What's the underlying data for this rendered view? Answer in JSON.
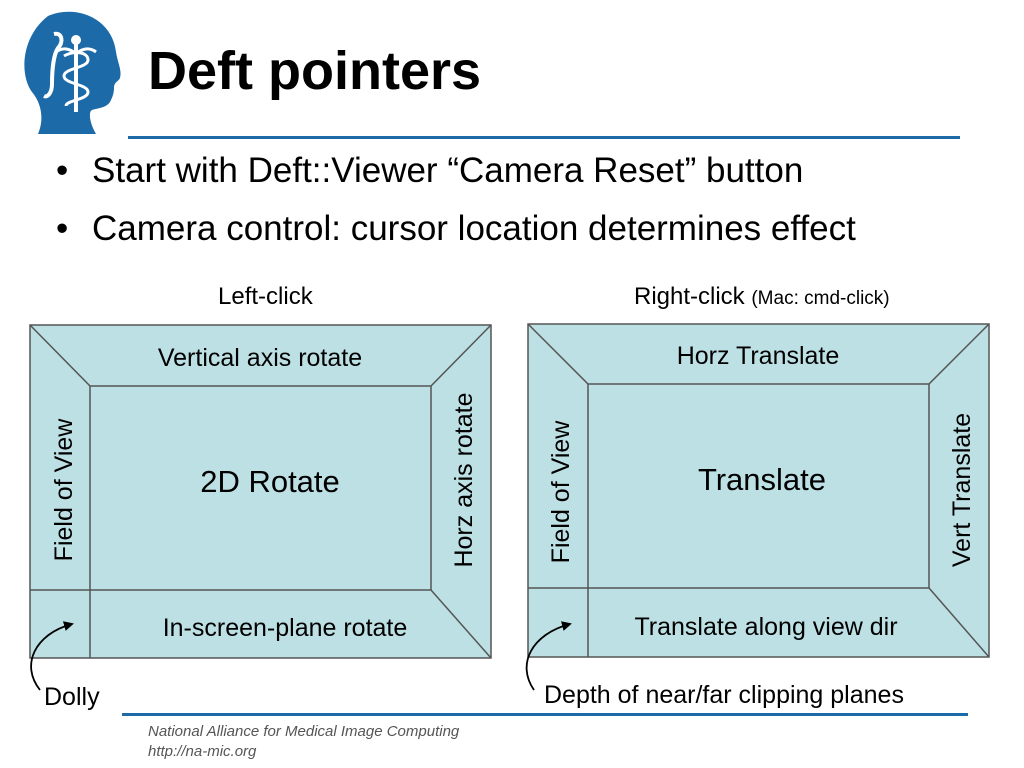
{
  "title": "Deft pointers",
  "bullets": [
    "Start with Deft::Viewer “Camera Reset” button",
    "Camera control: cursor location determines effect"
  ],
  "left_diagram": {
    "caption": "Left-click",
    "top": "Vertical axis rotate",
    "left": "Field of View",
    "center": "2D Rotate",
    "right": "Horz axis rotate",
    "bottom": "In-screen-plane rotate",
    "corner_label": "Dolly"
  },
  "right_diagram": {
    "caption": "Right-click",
    "caption_note": "(Mac: cmd-click)",
    "top": "Horz Translate",
    "left": "Field of View",
    "center": "Translate",
    "right": "Vert Translate",
    "bottom": "Translate along view dir",
    "corner_label": "Depth of near/far clipping planes"
  },
  "footer": {
    "line1": "National Alliance for Medical Image Computing",
    "line2": "http://na-mic.org"
  },
  "colors": {
    "accent": "#1c6aa8",
    "panel_fill": "#bde0e4",
    "logo": "#1c6aa8"
  }
}
